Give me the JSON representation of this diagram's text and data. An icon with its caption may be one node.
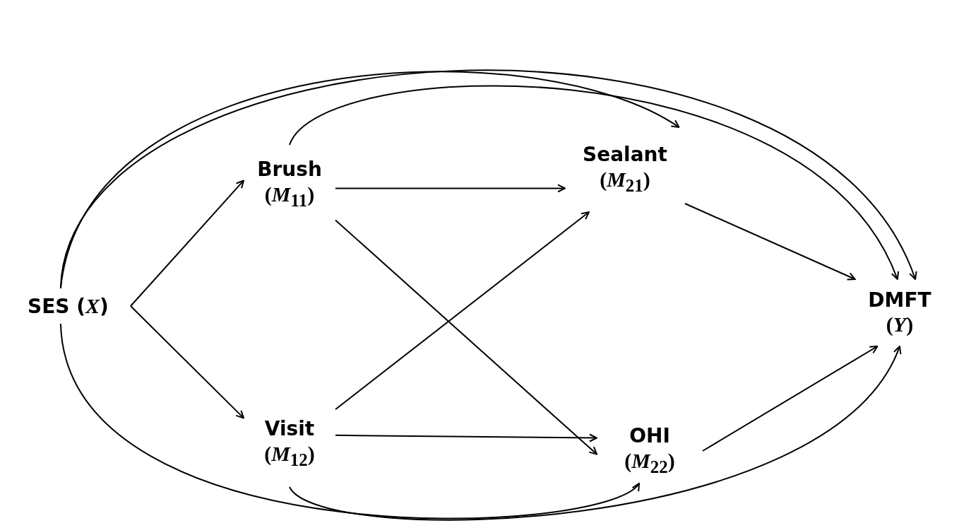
{
  "diagram": {
    "nodes": [
      {
        "text": [
          "**SES** (*X*)"
        ]
      },
      {
        "text": [
          "Brush",
          "(*M*$_{11}$)"
        ]
      },
      {
        "text": [
          "Visit",
          "(*M*$_{12}$)"
        ]
      },
      {
        "text": [
          "Sealant",
          "(*M*$_{21}$)"
        ]
      },
      {
        "text": [
          "OHI",
          "(*M*$_{22}$)"
        ]
      },
      {
        "text": [
          "DMFT",
          "(*Y*)"
        ]
      }
    ],
    "edges": [
      {
        "from": 0,
        "to": 1,
        "arrow": "to"
      },
      {
        "from": 0,
        "to": 2,
        "arrow": "to"
      },
      {
        "from": 1,
        "to": 3,
        "arrow": "to"
      },
      {
        "from": 1,
        "to": 4,
        "arrow": "to"
      },
      {
        "from": 2,
        "to": 3,
        "arrow": "to"
      },
      {
        "from": 2,
        "to": 4,
        "arrow": "to"
      },
      {
        "from": 3,
        "to": 5,
        "arrow": "to"
      },
      {
        "from": 4,
        "to": 5,
        "arrow": "to"
      },
      {
        "from": 0,
        "to": 5,
        "arrow": "to"
      },
      {
        "from": 0,
        "to": 3,
        "arrow": "to"
      },
      {
        "from": 1,
        "to": 5,
        "arrow": "to"
      },
      {
        "from": 0,
        "to": 4,
        "arrow": "to"
      },
      {
        "from": 2,
        "to": 5,
        "arrow": "to"
      }
    ]
  }
}
